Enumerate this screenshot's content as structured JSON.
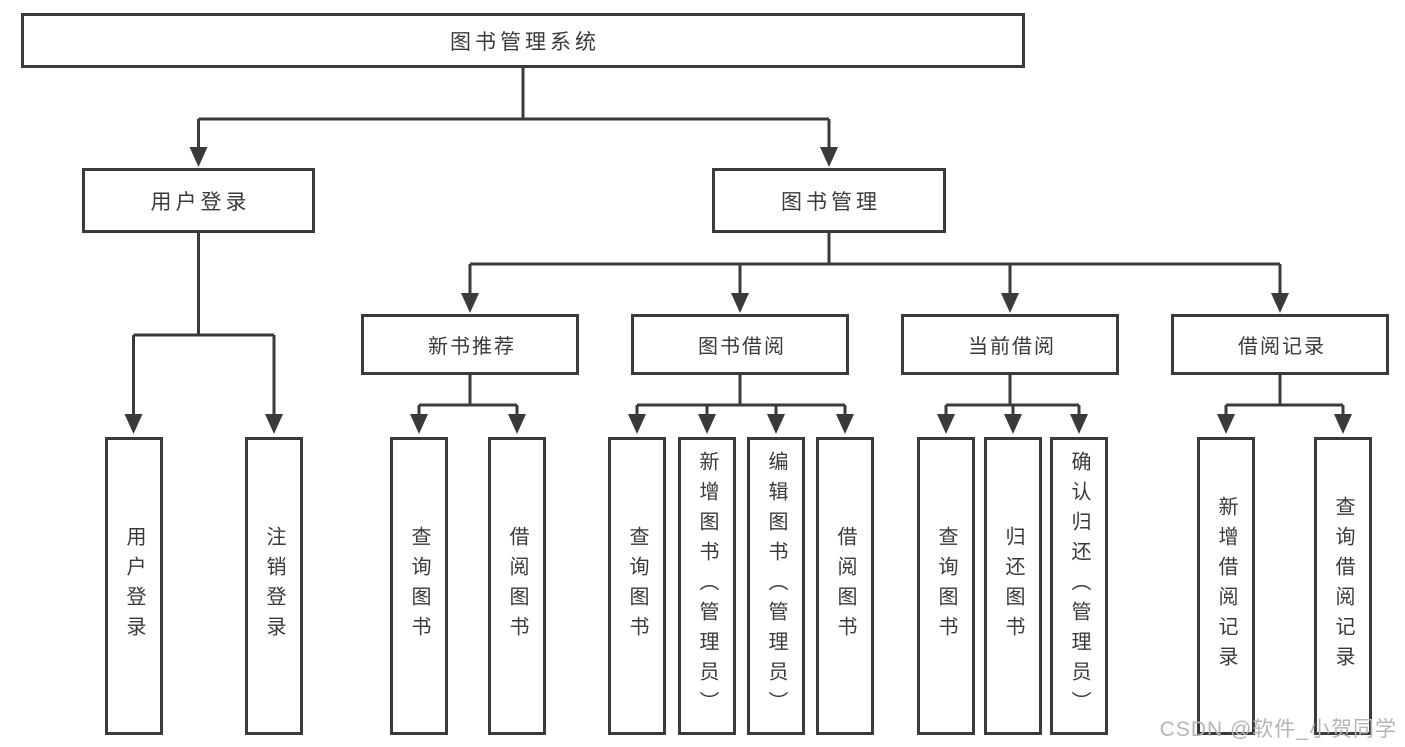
{
  "tree": {
    "root": {
      "label": "图书管理系统"
    },
    "children": [
      {
        "label": "用户登录",
        "children": [
          {
            "label": "用户登录"
          },
          {
            "label": "注销登录"
          }
        ]
      },
      {
        "label": "图书管理",
        "children": [
          {
            "label": "新书推荐",
            "children": [
              {
                "label": "查询图书"
              },
              {
                "label": "借阅图书"
              }
            ]
          },
          {
            "label": "图书借阅",
            "children": [
              {
                "label": "查询图书"
              },
              {
                "label": "新增图书（管理员）"
              },
              {
                "label": "编辑图书（管理员）"
              },
              {
                "label": "借阅图书"
              }
            ]
          },
          {
            "label": "当前借阅",
            "children": [
              {
                "label": "查询图书"
              },
              {
                "label": "归还图书"
              },
              {
                "label": "确认归还（管理员）"
              }
            ]
          },
          {
            "label": "借阅记录",
            "children": [
              {
                "label": "新增借阅记录"
              },
              {
                "label": "查询借阅记录"
              }
            ]
          }
        ]
      }
    ]
  },
  "watermark": "CSDN @软件_小贺同学",
  "colors": {
    "line": "#3a3a3a",
    "text": "#3a3a3a",
    "background": "#ffffff",
    "watermark": "#b5b5b5"
  }
}
